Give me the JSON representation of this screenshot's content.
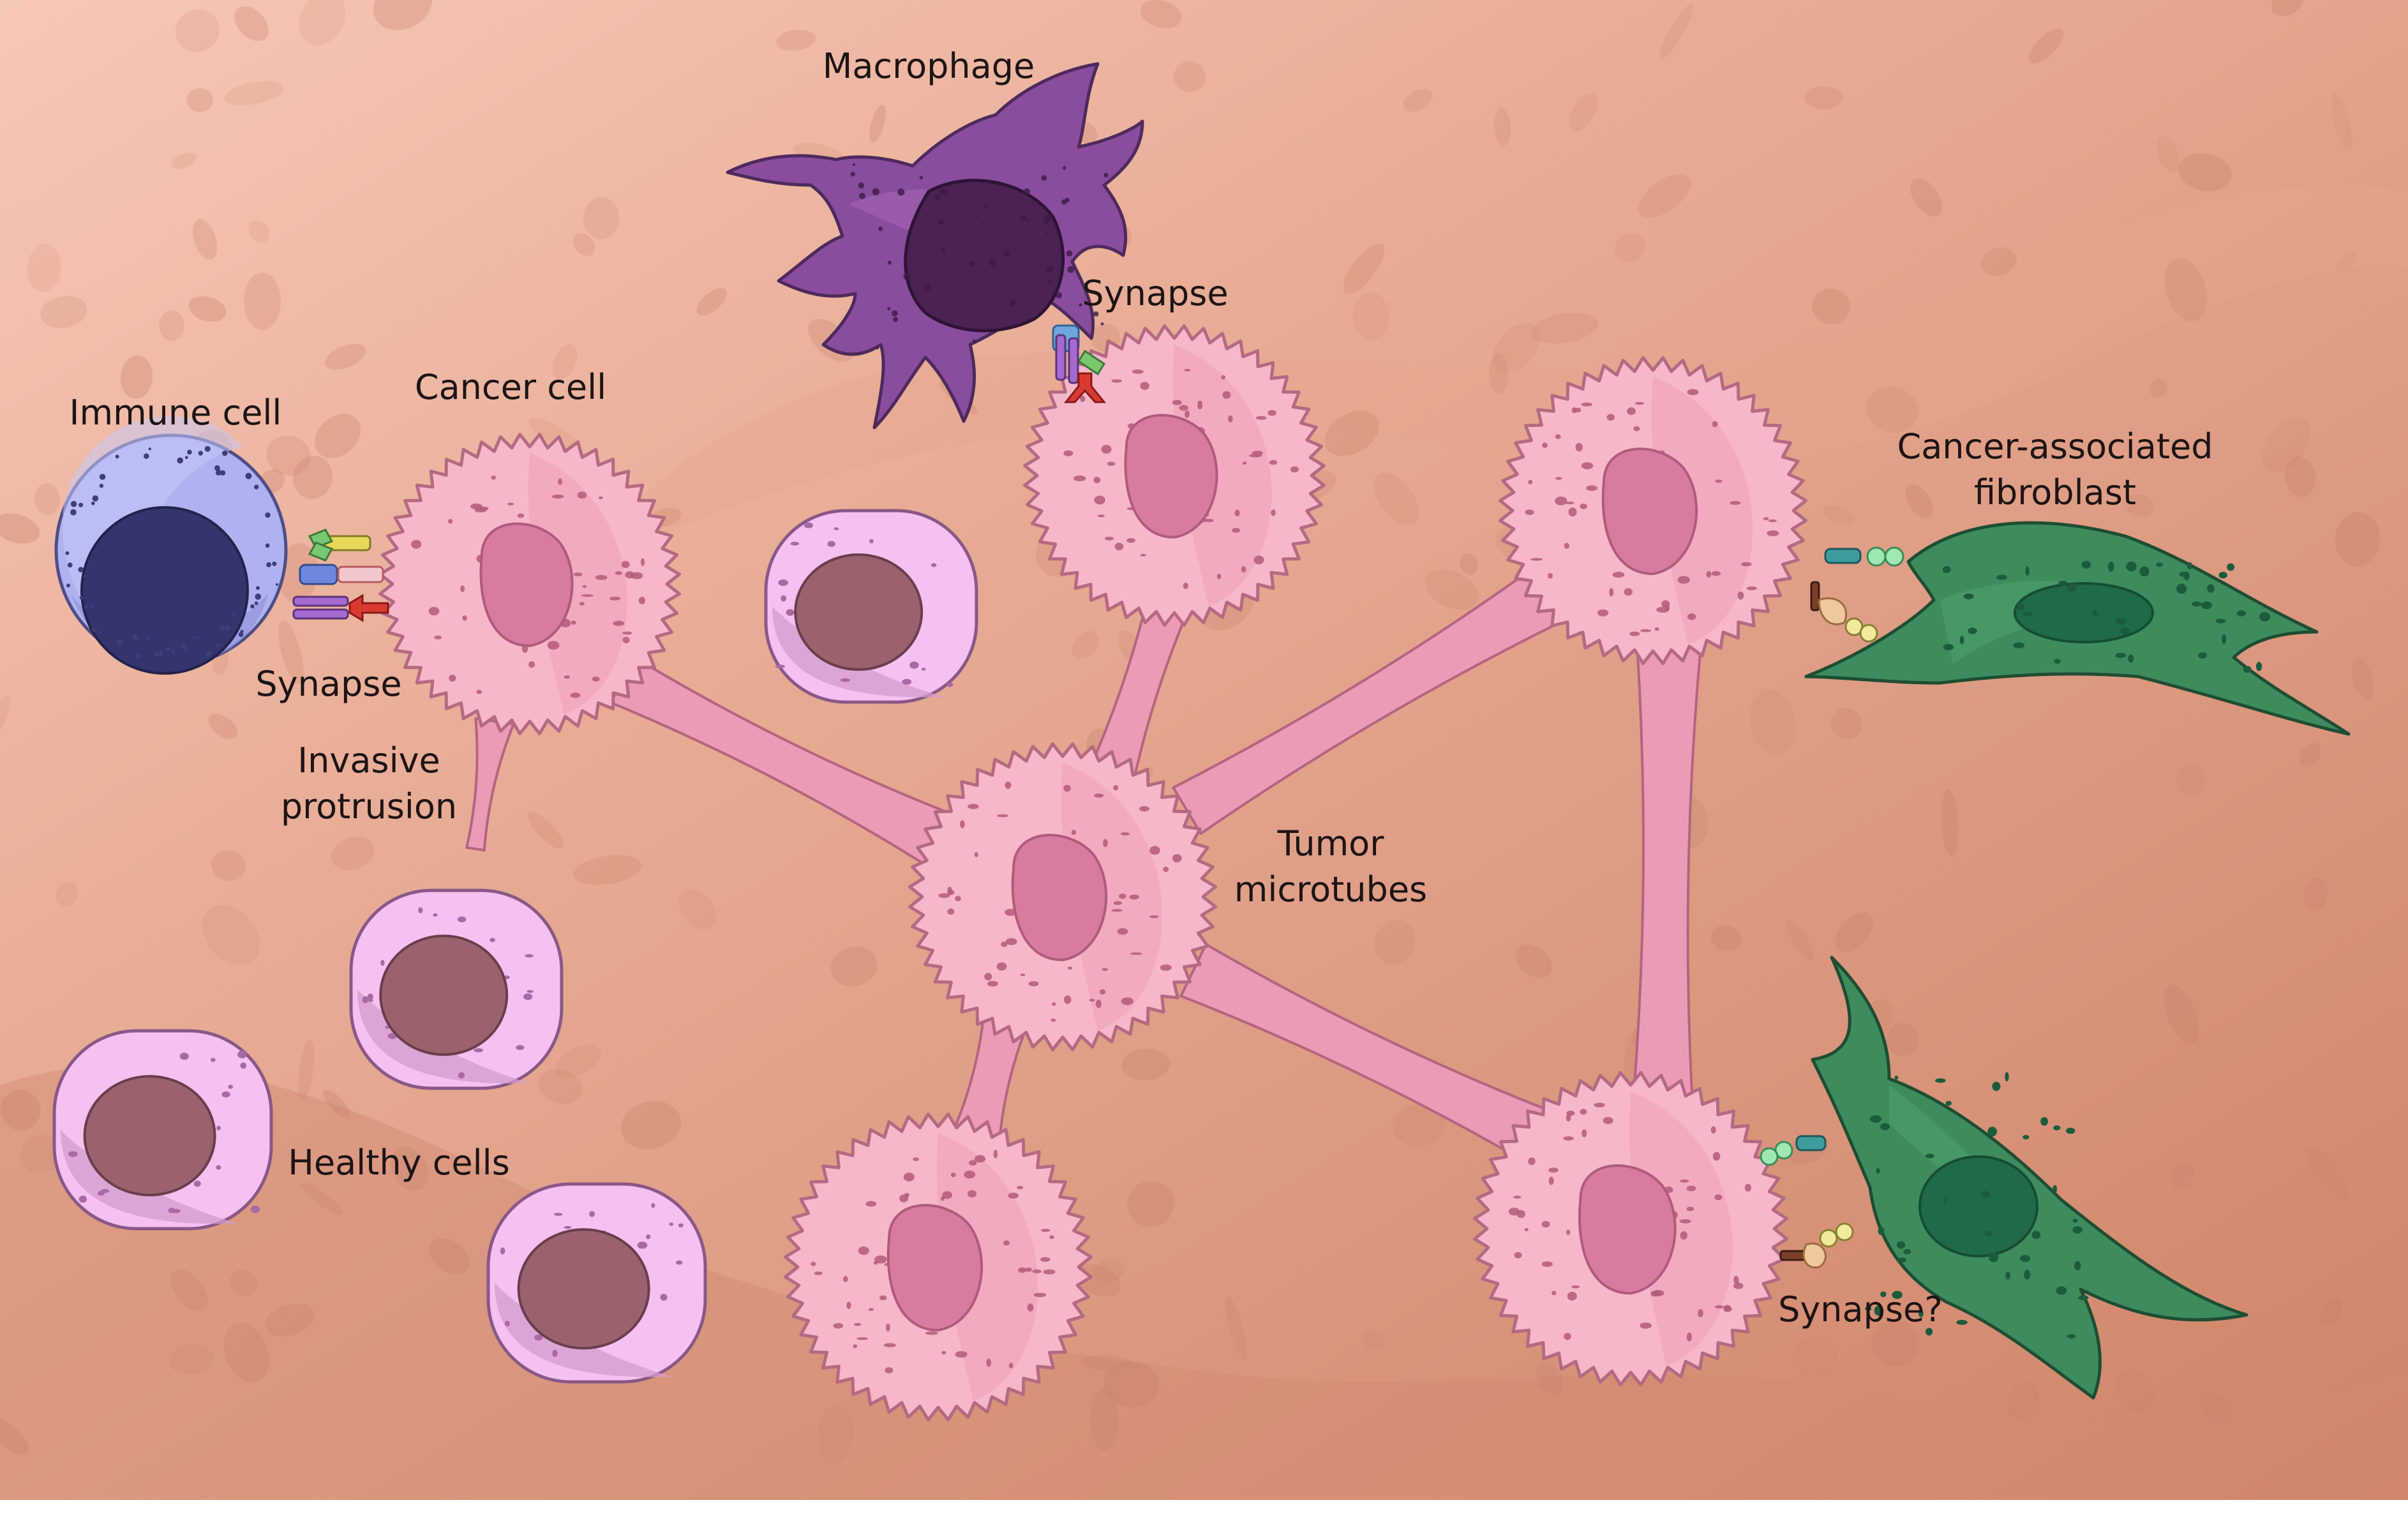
{
  "labels": {
    "macrophage": "Macrophage",
    "synapse_top": "Synapse",
    "immune_cell": "Immune cell",
    "cancer_cell": "Cancer cell",
    "synapse_left": "Synapse",
    "invasive_line1": "Invasive",
    "invasive_line2": "protrusion",
    "tumor_line1": "Tumor",
    "tumor_line2": "microtubes",
    "caf_line1": "Cancer-associated",
    "caf_line2": "fibroblast",
    "healthy_cells": "Healthy cells",
    "synapse_question": "Synapse?"
  },
  "colors": {
    "background": "#d9977f",
    "cancer_cell": "#f6b8c8",
    "cancer_nucleus": "#d87ba0",
    "healthy_cell": "#f6c0f0",
    "healthy_nucleus": "#9a626c",
    "immune_cell": "#aeb2ee",
    "immune_nucleus": "#34356d",
    "macrophage": "#8a4c9c",
    "macrophage_nucleus": "#4a2254",
    "fibroblast": "#3e8c5e",
    "fibroblast_nucleus": "#1f6a48",
    "microtube": "#ec9ab6"
  }
}
